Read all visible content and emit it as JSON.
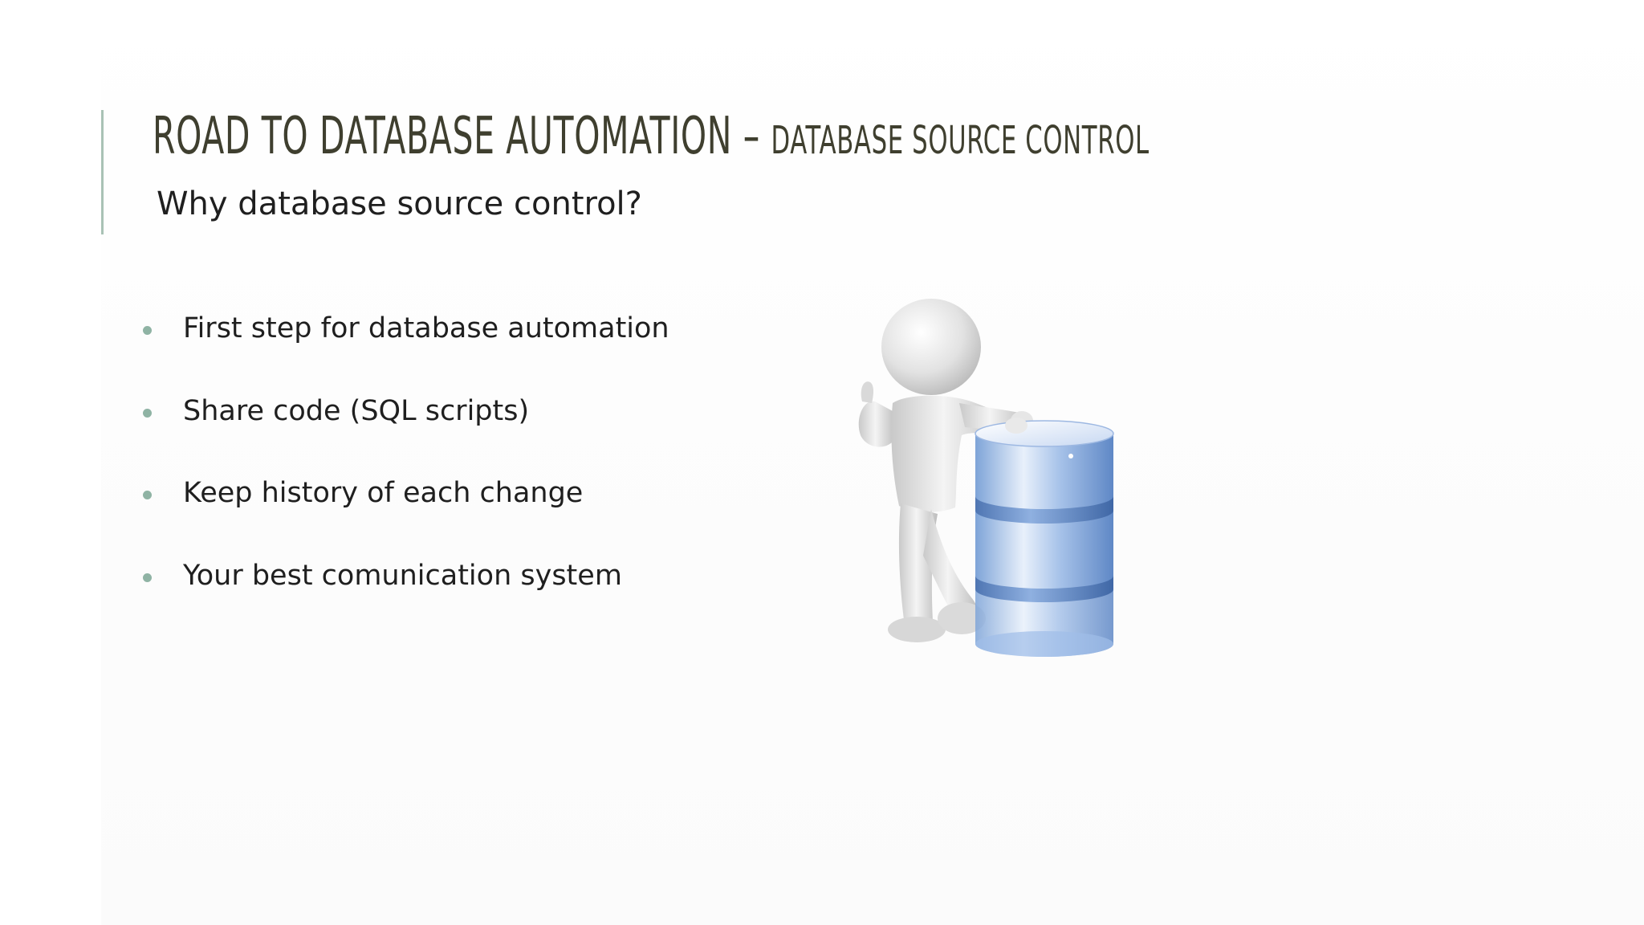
{
  "slide": {
    "title_main": "ROAD TO DATABASE AUTOMATION",
    "title_dash": " – ",
    "title_sub": "DATABASE SOURCE CONTROL",
    "subtitle": "Why database source control?",
    "bullets": [
      {
        "text": "First step for database automation"
      },
      {
        "text": "Share code (SQL scripts)"
      },
      {
        "text": "Keep history of each change"
      },
      {
        "text": "Your best comunication system"
      }
    ],
    "illustration_icon": "person-leaning-on-database-icon"
  },
  "colors": {
    "title": "#3f3f2f",
    "text": "#1f1f1f",
    "accent": "#a9c2b5",
    "bullet": "#8fb3a4",
    "database": "#7fa6dc"
  }
}
